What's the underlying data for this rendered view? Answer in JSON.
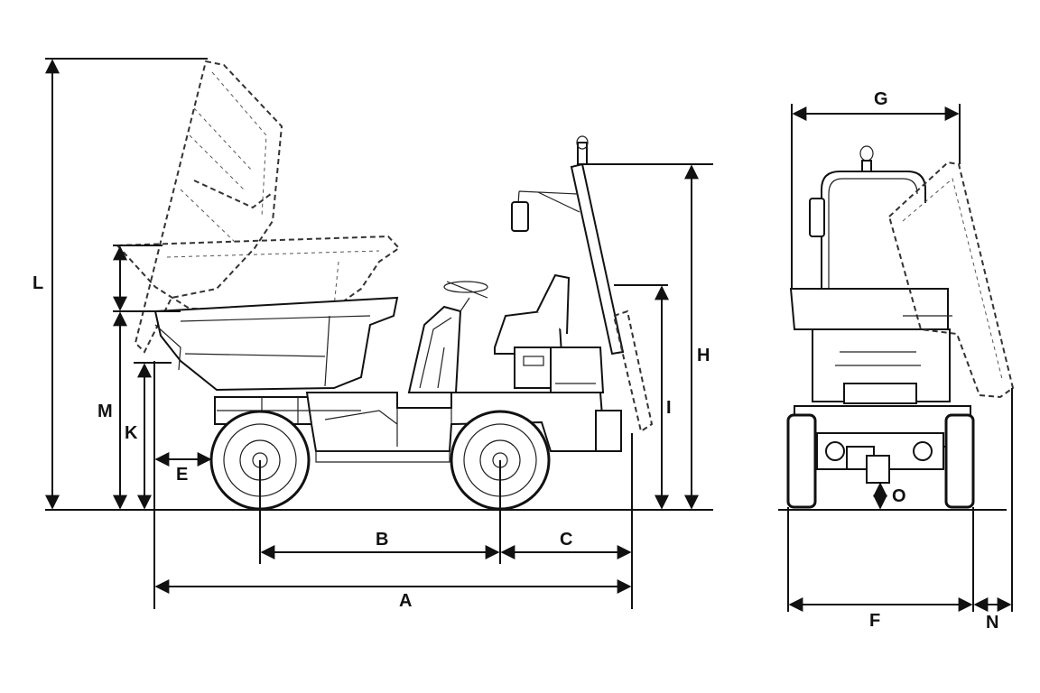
{
  "labels": {
    "A": "A",
    "B": "B",
    "C": "C",
    "E": "E",
    "F": "F",
    "G": "G",
    "H": "H",
    "I": "I",
    "K": "K",
    "L": "L",
    "M": "M",
    "N": "N",
    "O": "O"
  },
  "colors": {
    "line": "#111111",
    "background": "#ffffff"
  }
}
